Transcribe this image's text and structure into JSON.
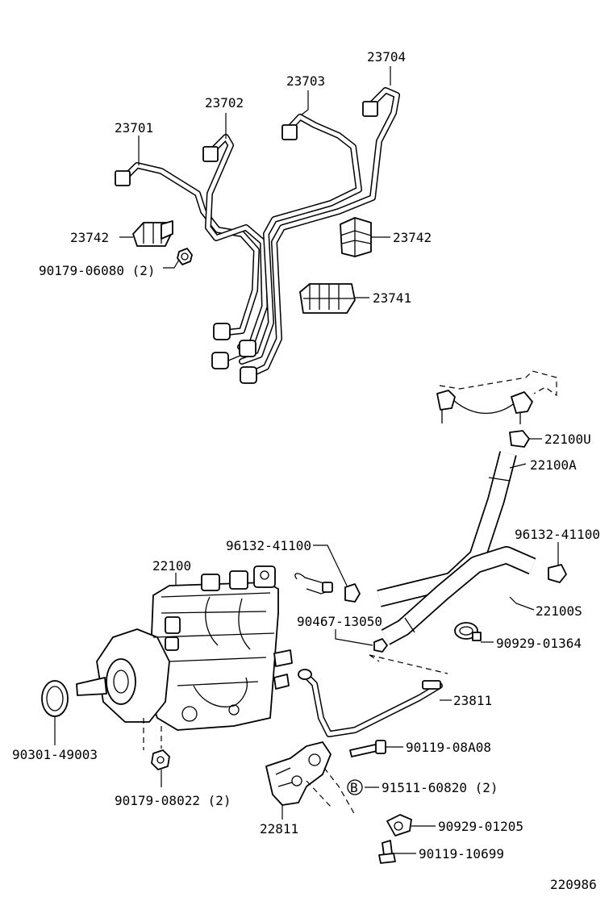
{
  "labels": {
    "p23701": "23701",
    "p23702": "23702",
    "p23703": "23703",
    "p23704": "23704",
    "p23742_left": "23742",
    "p23742_right": "23742",
    "p90179_06080": "90179-06080 (2)",
    "p23741": "23741",
    "p22100U": "22100U",
    "p22100A": "22100A",
    "p96132_right": "96132-41100",
    "p96132_left": "96132-41100",
    "p22100": "22100",
    "p22100S": "22100S",
    "p90467": "90467-13050",
    "p90929_01364": "90929-01364",
    "p23811": "23811",
    "p90301": "90301-49003",
    "p90119_08A08": "90119-08A08",
    "p91511": "91511-60820 (2)",
    "p91511_marker": "B",
    "p90179_08022": "90179-08022 (2)",
    "p22811": "22811",
    "p90929_01205": "90929-01205",
    "p90119_10699": "90119-10699",
    "illustration_id": "220986"
  }
}
